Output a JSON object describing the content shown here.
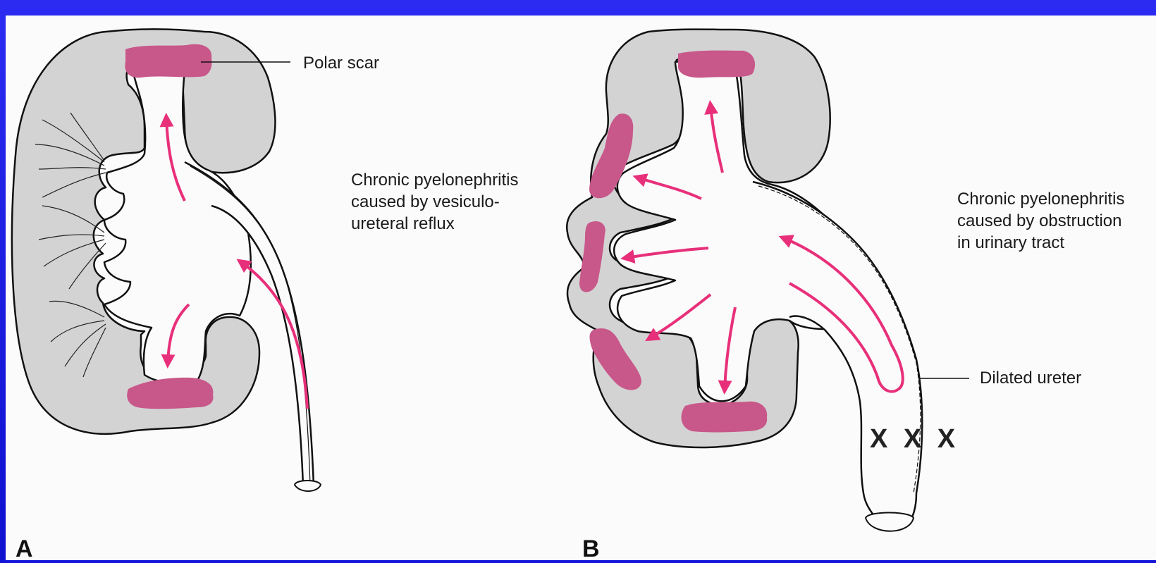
{
  "colors": {
    "slide_border": "#1414d8",
    "paper": "#fbfbfb",
    "renal_tissue": "#d3d3d3",
    "scar": "#c8578a",
    "flow_arrow": "#e8307a",
    "outline": "#111111"
  },
  "panel_a": {
    "letter": "A",
    "polar_scar_label": "Polar scar",
    "caption": "Chronic pyelonephritis\ncaused by vesiculo-\nureteral reflux"
  },
  "panel_b": {
    "letter": "B",
    "caption": "Chronic pyelonephritis\ncaused by obstruction\nin urinary tract",
    "dilated_ureter_label": "Dilated ureter",
    "obstruction_marks": "X X X"
  }
}
